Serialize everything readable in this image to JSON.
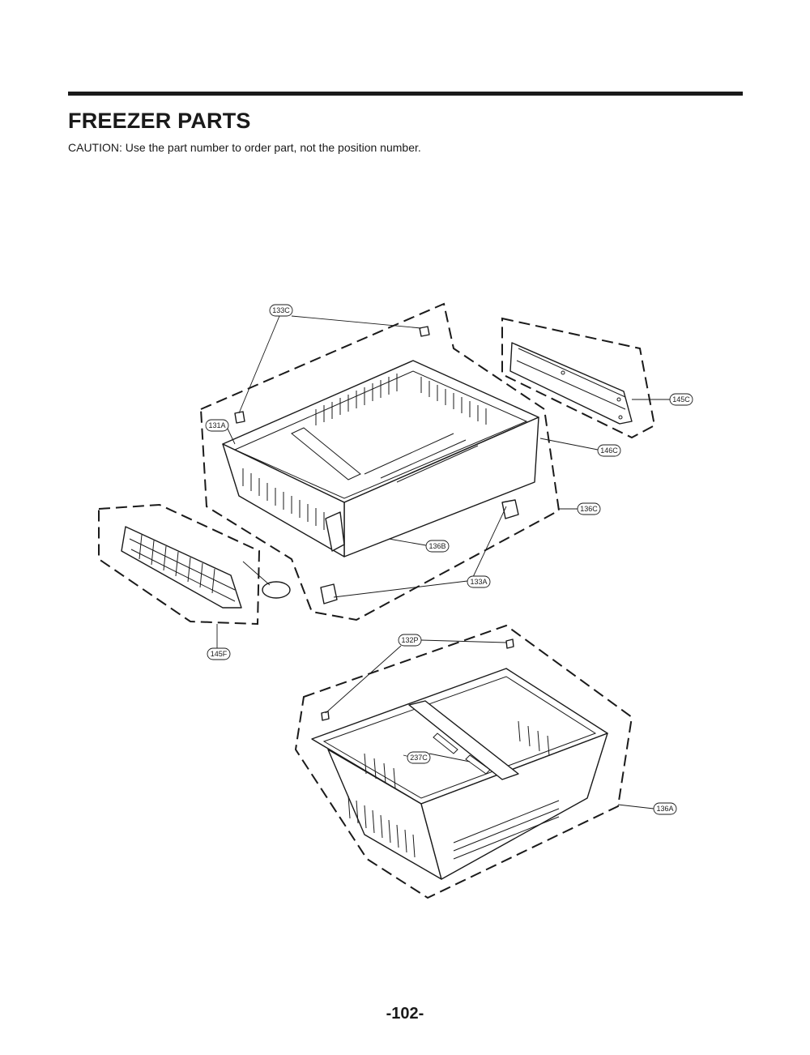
{
  "header": {
    "title": "FREEZER PARTS",
    "caution": "CAUTION: Use the part number to order part, not the position number."
  },
  "callouts": {
    "c133C": "133C",
    "c131A": "131A",
    "c145C": "145C",
    "c146C": "146C",
    "c136C": "136C",
    "c136B": "136B",
    "c133A": "133A",
    "c145F": "145F",
    "c132P": "132P",
    "c237C": "237C",
    "c136A": "136A"
  },
  "footer": {
    "page_number": "-102-"
  }
}
